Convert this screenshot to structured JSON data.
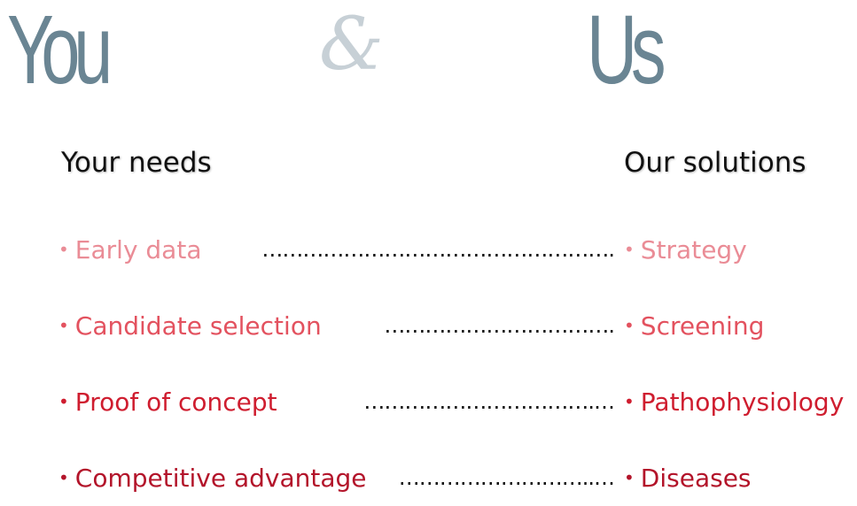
{
  "title": {
    "you": "You",
    "ampersand": "&",
    "us": "Us"
  },
  "headings": {
    "left": "Your needs",
    "right": "Our solutions"
  },
  "bullet": "•",
  "colors": {
    "title_main": "#6a8593",
    "title_amp": "#c7d0d6",
    "row_1": "#ea8c96",
    "row_2": "#e3525f",
    "row_3": "#cf1d2f",
    "row_4": "#b3142a",
    "heading": "#111111"
  },
  "rows": [
    {
      "need": "Early data",
      "dots": "…………………………………………….",
      "solution": "Strategy"
    },
    {
      "need": "Candidate selection",
      "dots": "…………………………….",
      "solution": "Screening"
    },
    {
      "need": "Proof of concept",
      "dots": "…………………………….…",
      "solution": "Pathophysiology"
    },
    {
      "need": "Competitive advantage",
      "dots": "………………………..…",
      "solution": "Diseases"
    }
  ]
}
